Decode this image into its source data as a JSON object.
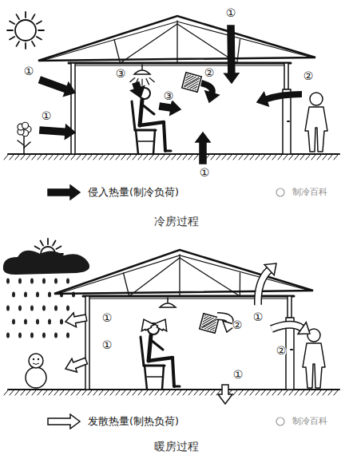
{
  "diagram": {
    "labels": [
      "①",
      "①",
      "①",
      "①",
      "②",
      "②",
      "③",
      "③",
      "制冷百科",
      "冷房过程",
      "①",
      "①",
      "①",
      "①",
      "②",
      "②",
      "制冷百科",
      "暖房过程"
    ],
    "legend": [
      {
        "text": "侵入热量(制冷负荷)"
      },
      {
        "text": "发散热量(制热负荷)"
      }
    ]
  }
}
